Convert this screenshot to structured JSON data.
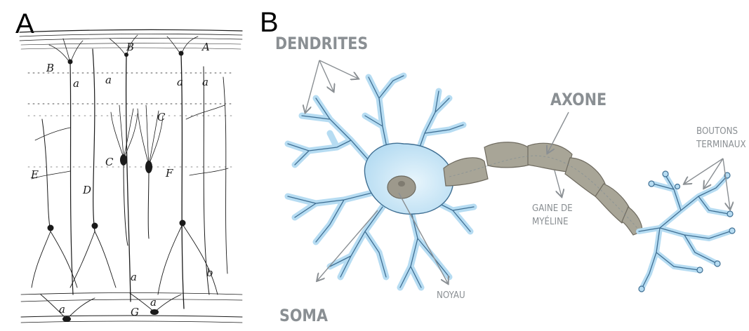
{
  "panel_a": {
    "letter": "A",
    "sketch_letters": [
      "B",
      "B",
      "A",
      "a",
      "a",
      "a",
      "a",
      "C",
      "C",
      "E",
      "D",
      "F",
      "a",
      "b",
      "a",
      "G",
      "a"
    ]
  },
  "panel_b": {
    "letter": "B",
    "labels": {
      "dendrites": "DENDRITES",
      "soma": "SOMA",
      "noyau": "NOYAU",
      "axone": "AXONE",
      "gaine_line1": "GAINE DE",
      "gaine_line2": "MYÉLINE",
      "boutons_line1": "BOUTONS",
      "boutons_line2": "TERMINAUX"
    }
  },
  "colors": {
    "neuron_fill": "#b6dcf2",
    "neuron_stroke": "#3f6f93",
    "myelin_fill": "#a8a597",
    "label_gray": "#8a8f93",
    "sketch_ink": "#1a1a1a"
  }
}
